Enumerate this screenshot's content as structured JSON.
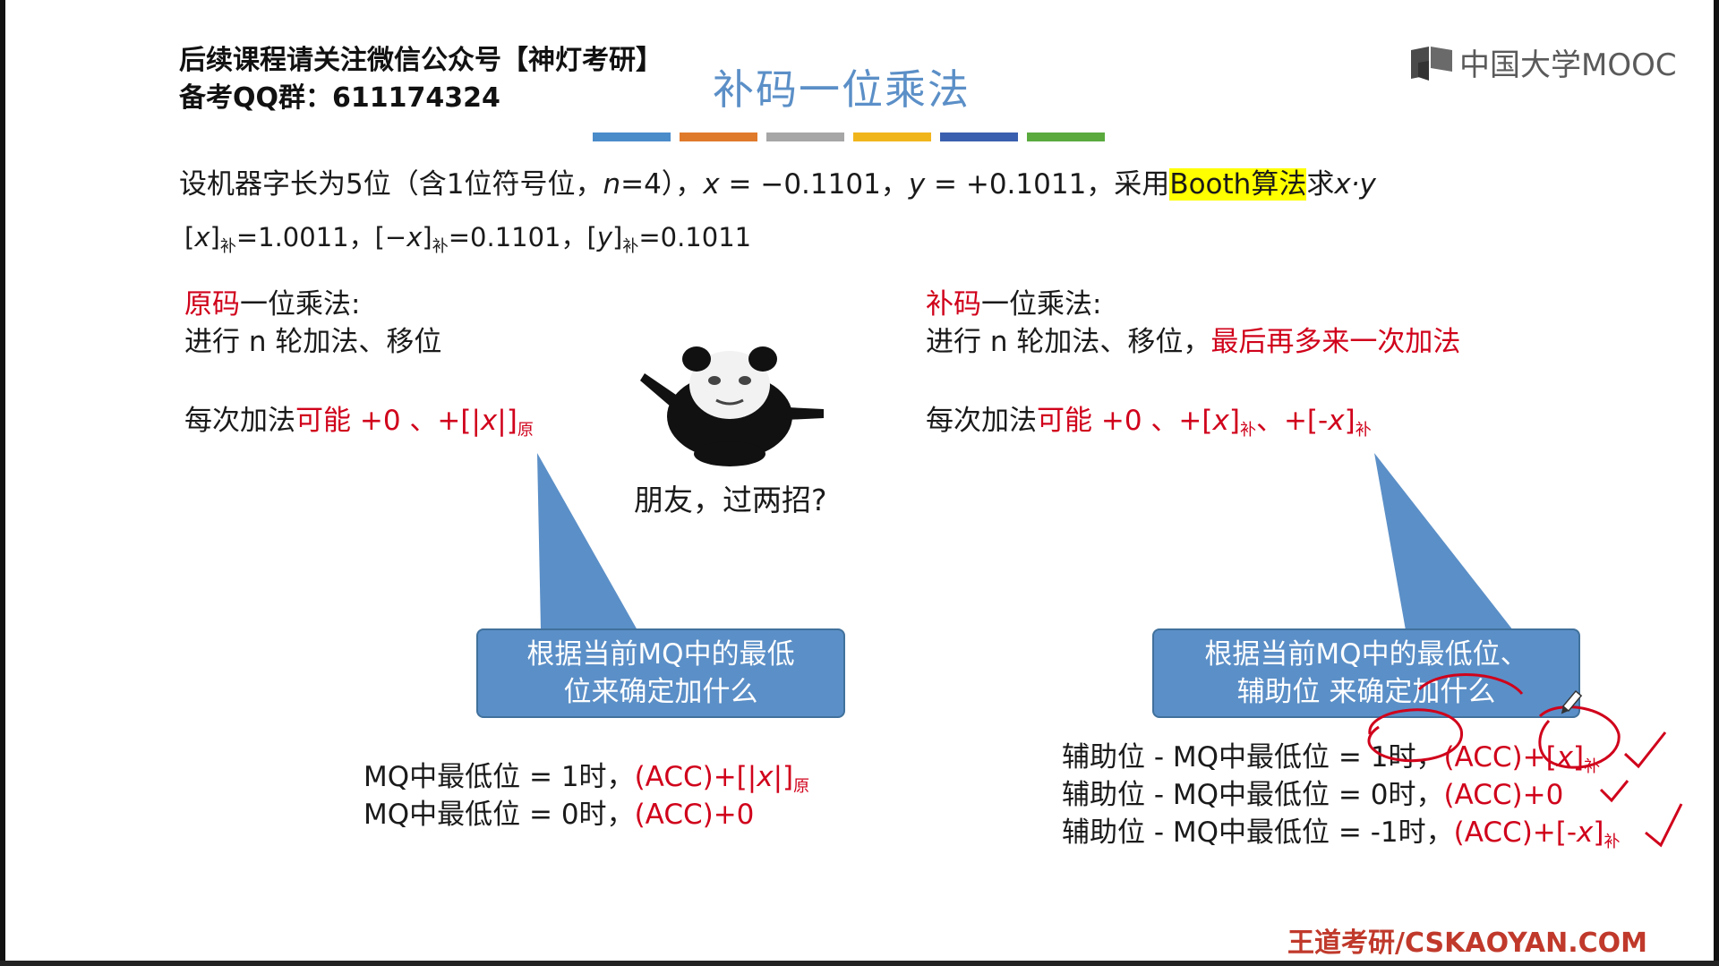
{
  "header": {
    "notice_line1": "后续课程请关注微信公众号【神灯考研】",
    "notice_line2": "备考QQ群：611174324",
    "title": "补码一位乘法",
    "brand": "中国大学MOOC",
    "color_bar": [
      "#4a8bc9",
      "#e07a2b",
      "#a6a6a6",
      "#f1b51c",
      "#3a5fae",
      "#5aaa3e"
    ]
  },
  "problem": {
    "prefix": "设机器字长为5位（含1位符号位，",
    "n_var": "n",
    "n_val": "=4），",
    "x_var": "x",
    "x_val": " = −0.1101，",
    "y_var": "y",
    "y_val": " = +0.1011，采用",
    "highlight": "Booth算法",
    "suffix": "求",
    "xy": "x·y"
  },
  "complement": {
    "x_lb": "[",
    "x_var": "x",
    "x_rb": "]",
    "sub": "补",
    "x_val": "=1.0011，",
    "nx_lb": "[−",
    "nx_val": "=0.1101，",
    "y_lb": "[",
    "y_var": "y",
    "y_val": "=0.1011"
  },
  "left": {
    "heading_red": "原码",
    "heading_rest": "一位乘法:",
    "desc": "进行 n 轮加法、移位",
    "each_prefix": "每次加法",
    "each_red": "可能 +0 、+[|",
    "each_var": "x",
    "each_red2": "|]",
    "each_sub": "原",
    "bubble_line1": "根据当前MQ中的最低",
    "bubble_line2": "位来确定加什么",
    "rule1_prefix": "MQ中最低位 = 1时，",
    "rule1_red": "(ACC)+[|",
    "rule1_var": "x",
    "rule1_red2": "|]",
    "rule1_sub": "原",
    "rule2_prefix": "MQ中最低位 = 0时，",
    "rule2_red": "(ACC)+0"
  },
  "meme": {
    "caption": "朋友，过两招?"
  },
  "right": {
    "heading_red": "补码",
    "heading_rest": "一位乘法:",
    "desc": "进行 n 轮加法、移位，",
    "desc_red": "最后再多来一次加法",
    "each_prefix": "每次加法",
    "each_red": "可能 +0 、+[",
    "each_var": "x",
    "each_rb": "]",
    "each_sub": "补",
    "each_sep": "、+[-",
    "bubble_line1": "根据当前MQ中的最低位、",
    "bubble_line2": "辅助位 来确定加什么",
    "rule1_prefix": "辅助位 - MQ中最低位 = 1时，",
    "rule1_red": "(ACC)+[",
    "rule1_var": "x",
    "rule1_rb": "]",
    "rule1_sub": "补",
    "rule2_prefix": "辅助位 - MQ中最低位 = 0时，",
    "rule2_red": "(ACC)+0",
    "rule3_prefix": "辅助位 - MQ中最低位 = -1时，",
    "rule3_red": "(ACC)+[-",
    "rule3_var": "x",
    "rule3_rb": "]",
    "rule3_sub": "补"
  },
  "footer": {
    "watermark": "王道考研/CSKAOYAN.COM"
  }
}
